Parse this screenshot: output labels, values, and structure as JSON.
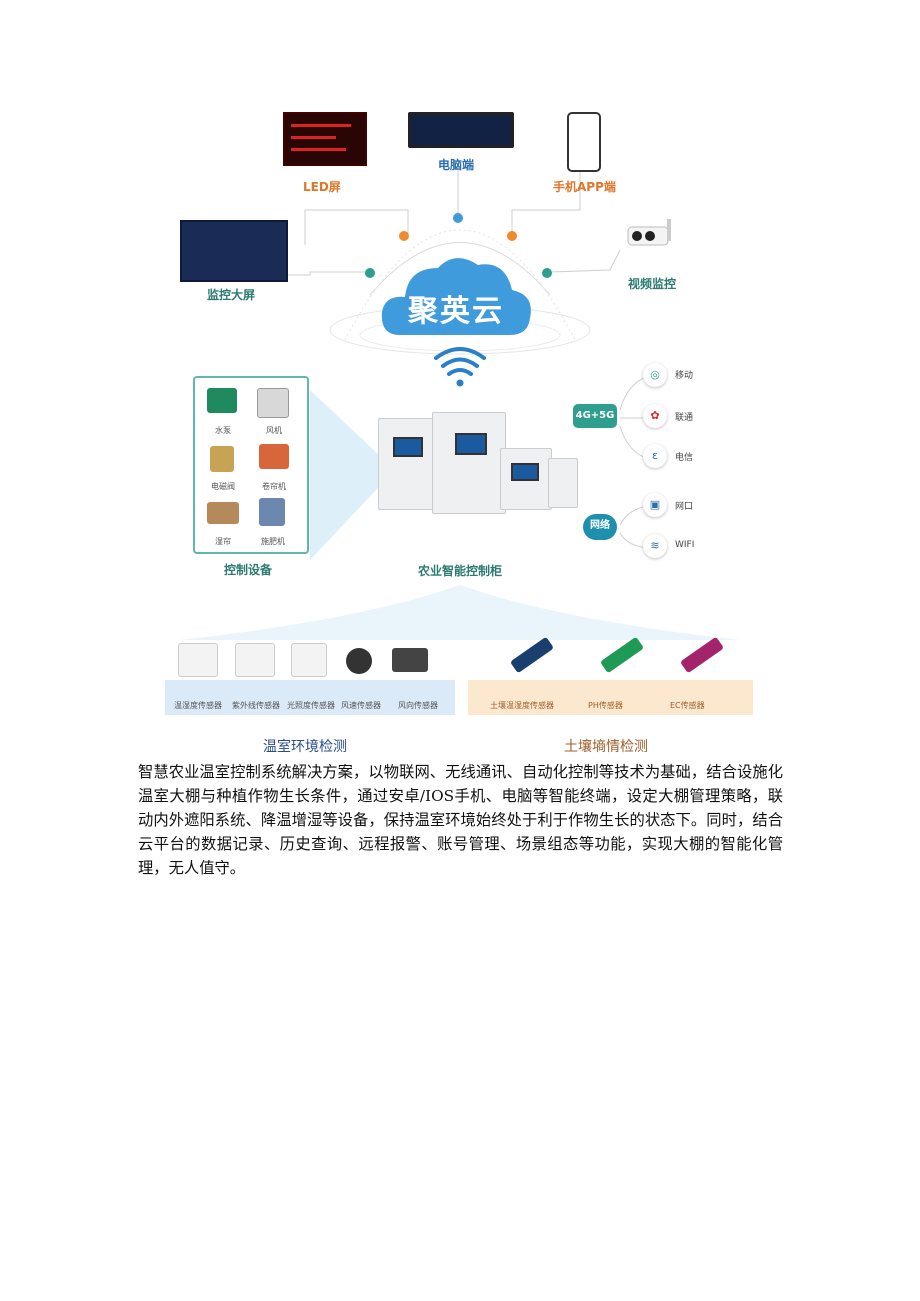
{
  "diagram": {
    "labels": {
      "led": "LED屏",
      "pc": "电脑端",
      "app": "手机APP端",
      "big_screen": "监控大屏",
      "video": "视频监控",
      "cloud": "聚英云",
      "pump": "水泵",
      "fan": "风机",
      "valve": "电磁阀",
      "roller": "卷帘机",
      "wet_curtain": "湿帘",
      "fertilizer": "施肥机",
      "control_devices": "控制设备",
      "cabinet": "农业智能控制柜",
      "net_4g5g": "4G+5G",
      "mobile": "移动",
      "unicom": "联通",
      "telecom": "电信",
      "network": "网络",
      "ethernet": "网口",
      "wifi": "WIFI"
    },
    "env_sensors": [
      "温湿度传感器",
      "紫外线传感器",
      "光照度传感器",
      "风速传感器",
      "风向传感器"
    ],
    "soil_sensors": [
      "土壤温湿度传感器",
      "PH传感器",
      "EC传感器"
    ],
    "colors": {
      "teal": "#2e9e8f",
      "cloud_blue": "#3f9bdc",
      "orange": "#e0762a"
    }
  },
  "captions": {
    "left": "温室环境检测",
    "right": "土壤墒情检测"
  },
  "paragraph": "智慧农业温室控制系统解决方案，以物联网、无线通讯、自动化控制等技术为基础，结合设施化温室大棚与种植作物生长条件，通过安卓/IOS手机、电脑等智能终端，设定大棚管理策略，联动内外遮阳系统、降温增湿等设备，保持温室环境始终处于利于作物生长的状态下。同时，结合云平台的数据记录、历史查询、远程报警、账号管理、场景组态等功能，实现大棚的智能化管理，无人值守。"
}
